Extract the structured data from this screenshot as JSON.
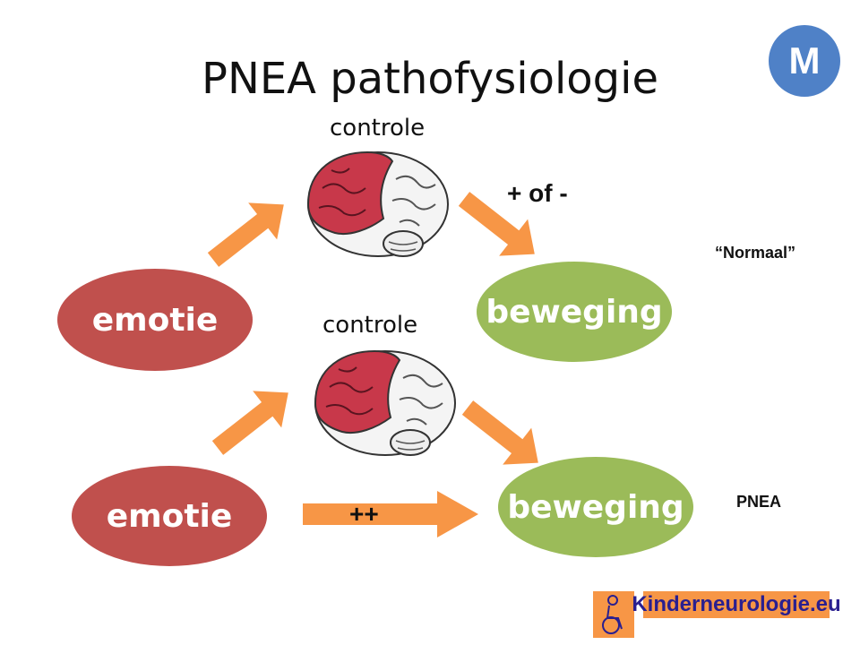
{
  "title": "PNEA pathofysiologie",
  "badge": "M",
  "top_row": {
    "control_label": "controle",
    "emotion_label": "emotie",
    "movement_label": "beweging",
    "modulation_label": "+ of -",
    "side_label": "“Normaal”"
  },
  "bottom_row": {
    "control_label": "controle",
    "emotion_label": "emotie",
    "movement_label": "beweging",
    "direct_label": "++",
    "side_label": "PNEA"
  },
  "logo": {
    "text": "Kinderneurologie.eu"
  },
  "colors": {
    "emotion": "#c0504d",
    "movement": "#9bbb59",
    "arrow": "#f79646",
    "badge": "#4f81c7",
    "brain_frontal": "#c8384a"
  },
  "icons": [
    "brain-icon",
    "arrow-icon",
    "wheelchair-logo-icon"
  ]
}
